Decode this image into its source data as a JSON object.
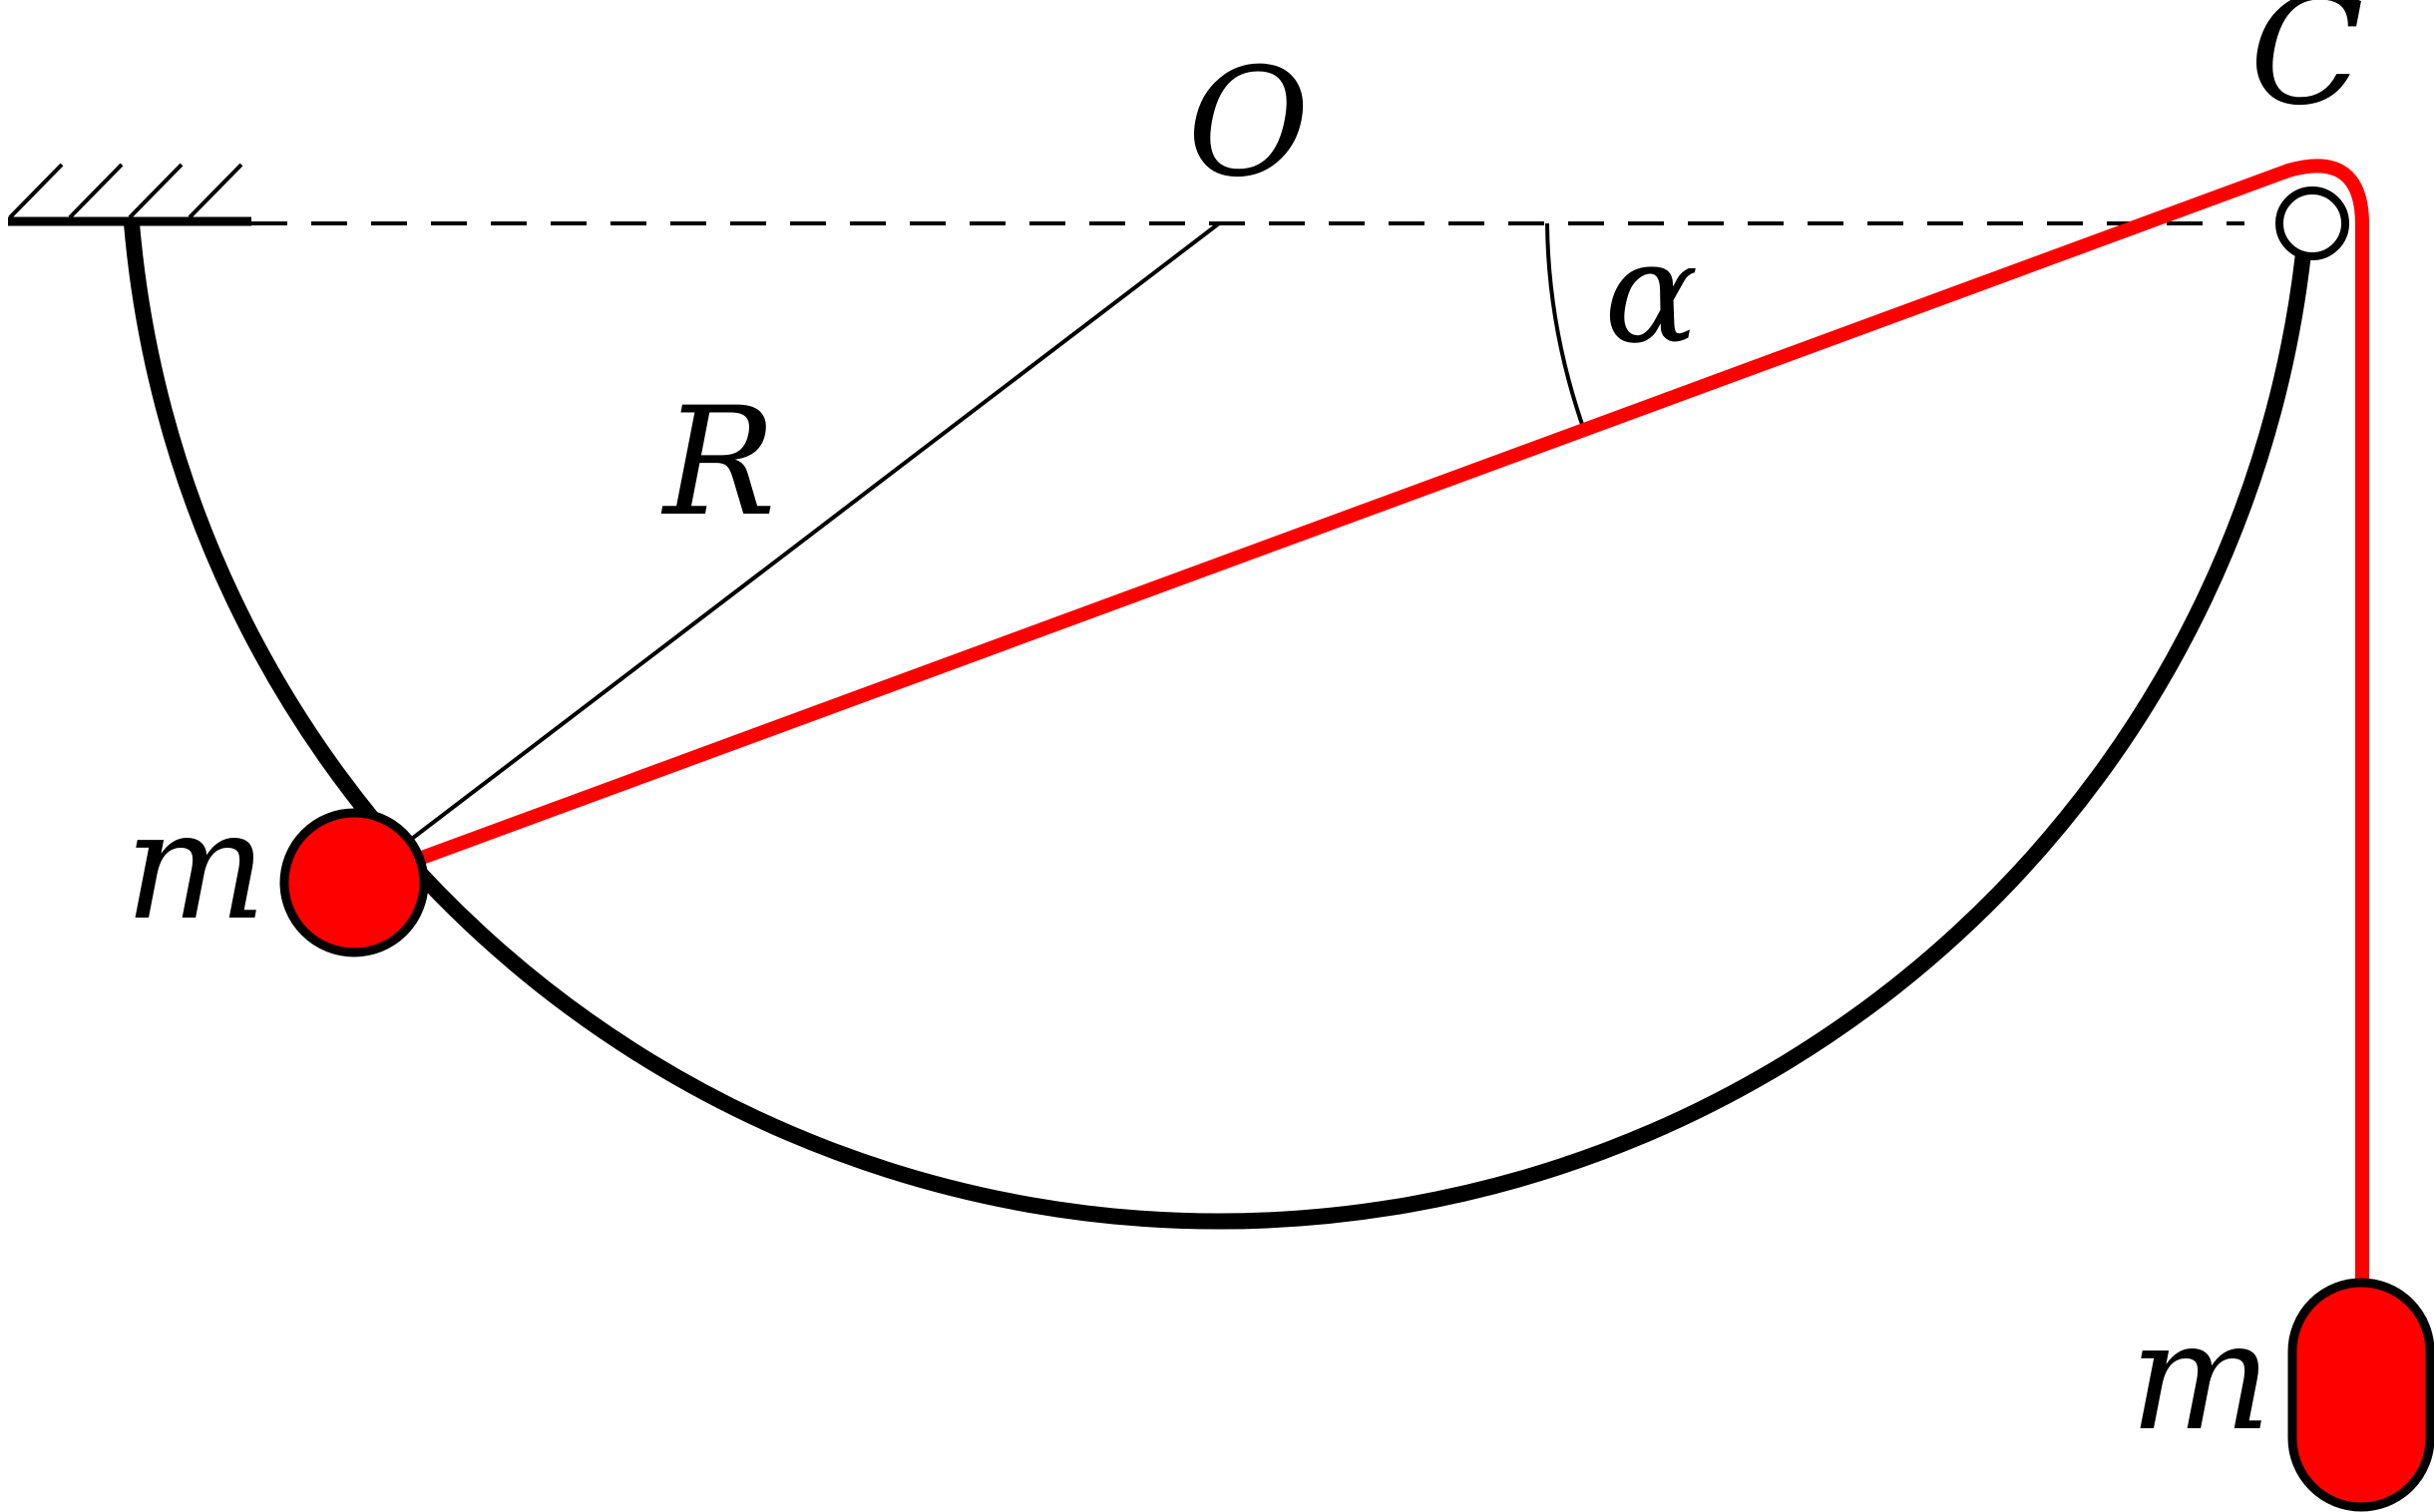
{
  "labels": {
    "center": "O",
    "pulley": "C",
    "radius": "R",
    "angle": "α",
    "mass_left": "m",
    "mass_right": "m"
  },
  "colors": {
    "string": "#ff0000",
    "mass_fill": "#ff0000",
    "structure": "#000000",
    "background": "#ffffff"
  }
}
